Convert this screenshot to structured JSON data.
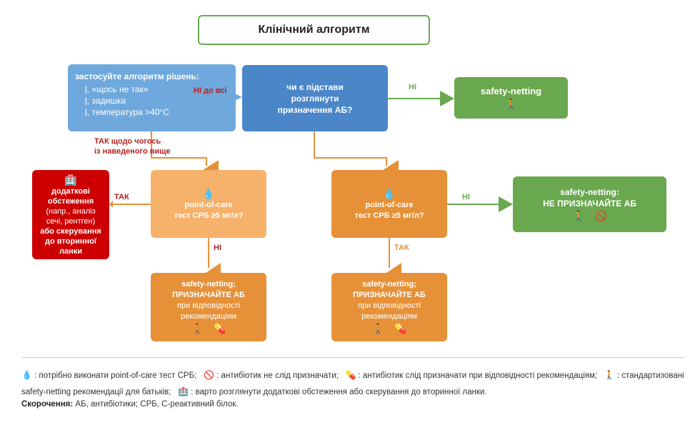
{
  "title": "Клінічний алгоритм",
  "start_box": {
    "heading": "застосуйте алгоритм рішень:",
    "items": [
      "ļ, «щось не так»",
      "ļ, задишка",
      "ļ, температура >40°C"
    ]
  },
  "question_box": {
    "lines": [
      "чи є підстави",
      "розглянути",
      "призначення АБ?"
    ]
  },
  "safety_netting_top": {
    "title": "safety-netting",
    "icon": "person-walking-icon"
  },
  "referral_box": {
    "icon": "hospital-icon",
    "lines": [
      "додаткові",
      "обстеження",
      "(напр., аналіз",
      "сечі, рентген)",
      "або скерування",
      "до вторинної",
      "ланки"
    ]
  },
  "poc_left": {
    "icon": "droplet-icon",
    "lines": [
      "point-of-care",
      "тест СРБ ≥5 мг/л?"
    ]
  },
  "poc_right": {
    "icon": "droplet-icon",
    "lines": [
      "point-of-care",
      "тест СРБ ≥5 мг/л?"
    ]
  },
  "safety_netting_no_ab": {
    "lines": [
      "safety-netting:",
      "НЕ ПРИЗНАЧАЙТЕ АБ"
    ],
    "icons": [
      "person-walking-icon",
      "prohibited-icon"
    ]
  },
  "prescribe_left": {
    "lines": [
      "safety-netting;",
      "ПРИЗНАЧАЙТЕ АБ",
      "при відповідності",
      "рекомендаціям"
    ],
    "icons": [
      "person-walking-icon",
      "pill-icon"
    ]
  },
  "prescribe_right": {
    "lines": [
      "safety-netting;",
      "ПРИЗНАЧАЙТЕ АБ",
      "при відповідності",
      "рекомендаціям"
    ],
    "icons": [
      "person-walking-icon",
      "pill-icon"
    ]
  },
  "edge_labels": {
    "no_to_all": "НІ до всі",
    "yes_any": [
      "ТАК щодо чогось",
      "із наведеного вище"
    ],
    "question_no": "НІ",
    "poc_left_yes": "ТАК",
    "poc_left_no": "НІ",
    "poc_right_no": "НІ",
    "poc_right_yes": "ТАК"
  },
  "colors": {
    "light_blue": "#6fa8dc",
    "blue": "#4a86c8",
    "green": "#6aa84f",
    "red": "#cc0000",
    "light_orange": "#f6b26b",
    "orange": "#e69138"
  },
  "legend": {
    "items": [
      {
        "icon": "droplet-icon",
        "text": ": потрібно виконати point-of-care тест СРБ;"
      },
      {
        "icon": "prohibited-icon",
        "text": ": антибіотик не слід призначати;"
      },
      {
        "icon": "pill-icon",
        "text": ": антибіотик слід призначати при відповідності рекомендаціям;"
      },
      {
        "icon": "person-walking-icon",
        "text": ": стандартизовані safety-netting рекомендації для батьків;"
      },
      {
        "icon": "hospital-icon",
        "text": ": варто розглянути додаткові обстеження або скерування до вторинної ланки."
      }
    ],
    "abbreviations_label": "Скорочення:",
    "abbreviations_text": "АБ, антибіотики; СРБ, С-реактивний білок."
  }
}
